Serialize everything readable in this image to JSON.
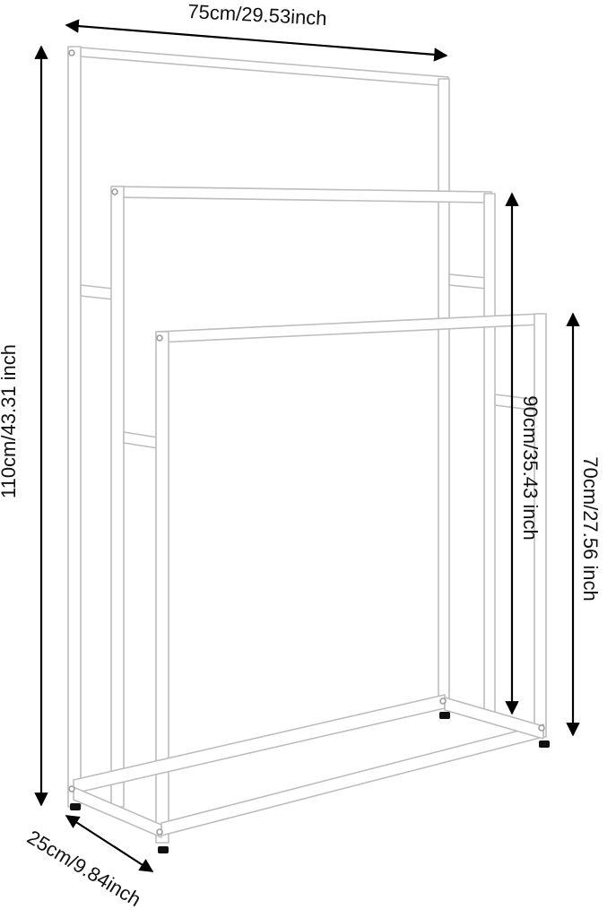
{
  "dimensions": {
    "width_label": "75cm/29.53inch",
    "height_total_label": "110cm/43.31 inch",
    "height_middle_label": "90cm/35.43 inch",
    "height_front_label": "70cm/27.56 inch",
    "depth_label": "25cm/9.84inch"
  },
  "colors": {
    "frame_fill": "#ffffff",
    "frame_stroke": "#bdbdbd",
    "arrow": "#000000",
    "text": "#111111"
  }
}
